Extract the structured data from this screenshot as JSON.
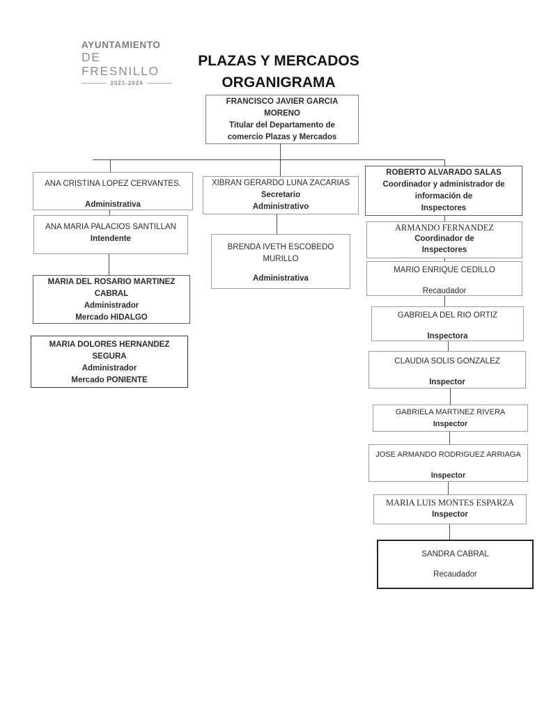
{
  "logo": {
    "org_line1": "AYUNTAMIENTO",
    "org_line2": "DE FRESNILLO",
    "period": "2021-2024",
    "color": "#8a8a8a"
  },
  "page": {
    "title_line1": "PLAZAS Y MERCADOS",
    "title_line2": "ORGANIGRAMA"
  },
  "org_chart": {
    "root": {
      "name": "FRANCISCO JAVIER GARCIA\nMORENO",
      "role": "Titular del Departamento de\ncomercio Plazas y Mercados"
    },
    "branches": {
      "left": {
        "head": {
          "name": "ANA CRISTINA LOPEZ CERVANTES.",
          "role": "Administrativa"
        },
        "reports": [
          {
            "name": "ANA MARIA PALACIOS SANTILLAN",
            "role": "Intendente"
          },
          {
            "name": "MARIA DEL ROSARIO MARTINEZ\nCABRAL",
            "role": "Administrador\nMercado HIDALGO"
          },
          {
            "name": "MARIA DOLORES HERNANDEZ\nSEGURA",
            "role": "Administrador\nMercado PONIENTE"
          }
        ]
      },
      "center": {
        "head": {
          "name": "XIBRAN GERARDO LUNA ZACARIAS",
          "role": "Secretario\nAdministrativo"
        },
        "reports": [
          {
            "name": "BRENDA IVETH ESCOBEDO\nMURILLO",
            "role": "Administrativa"
          }
        ]
      },
      "right": {
        "head": {
          "name": "ROBERTO ALVARADO SALAS",
          "role": "Coordinador y administrador de\ninformación de\nInspectores"
        },
        "reports": [
          {
            "name": "ARMANDO FERNANDEZ",
            "role": "Coordinador de\nInspectores"
          },
          {
            "name": "MARIO ENRIQUE CEDILLO",
            "role": "Recaudador"
          },
          {
            "name": "GABRIELA DEL RIO ORTIZ",
            "role": "Inspectora"
          },
          {
            "name": "CLAUDIA SOLIS GONZALEZ",
            "role": "Inspector"
          },
          {
            "name": "GABRIELA MARTINEZ RIVERA",
            "role": "Inspector"
          },
          {
            "name": "JOSE ARMANDO RODRIGUEZ ARRIAGA",
            "role": "Inspector"
          },
          {
            "name": "MARIA LUIS MONTES ESPARZA",
            "role": "Inspector"
          },
          {
            "name": "SANDRA CABRAL",
            "role": "Recaudador"
          }
        ]
      }
    }
  }
}
